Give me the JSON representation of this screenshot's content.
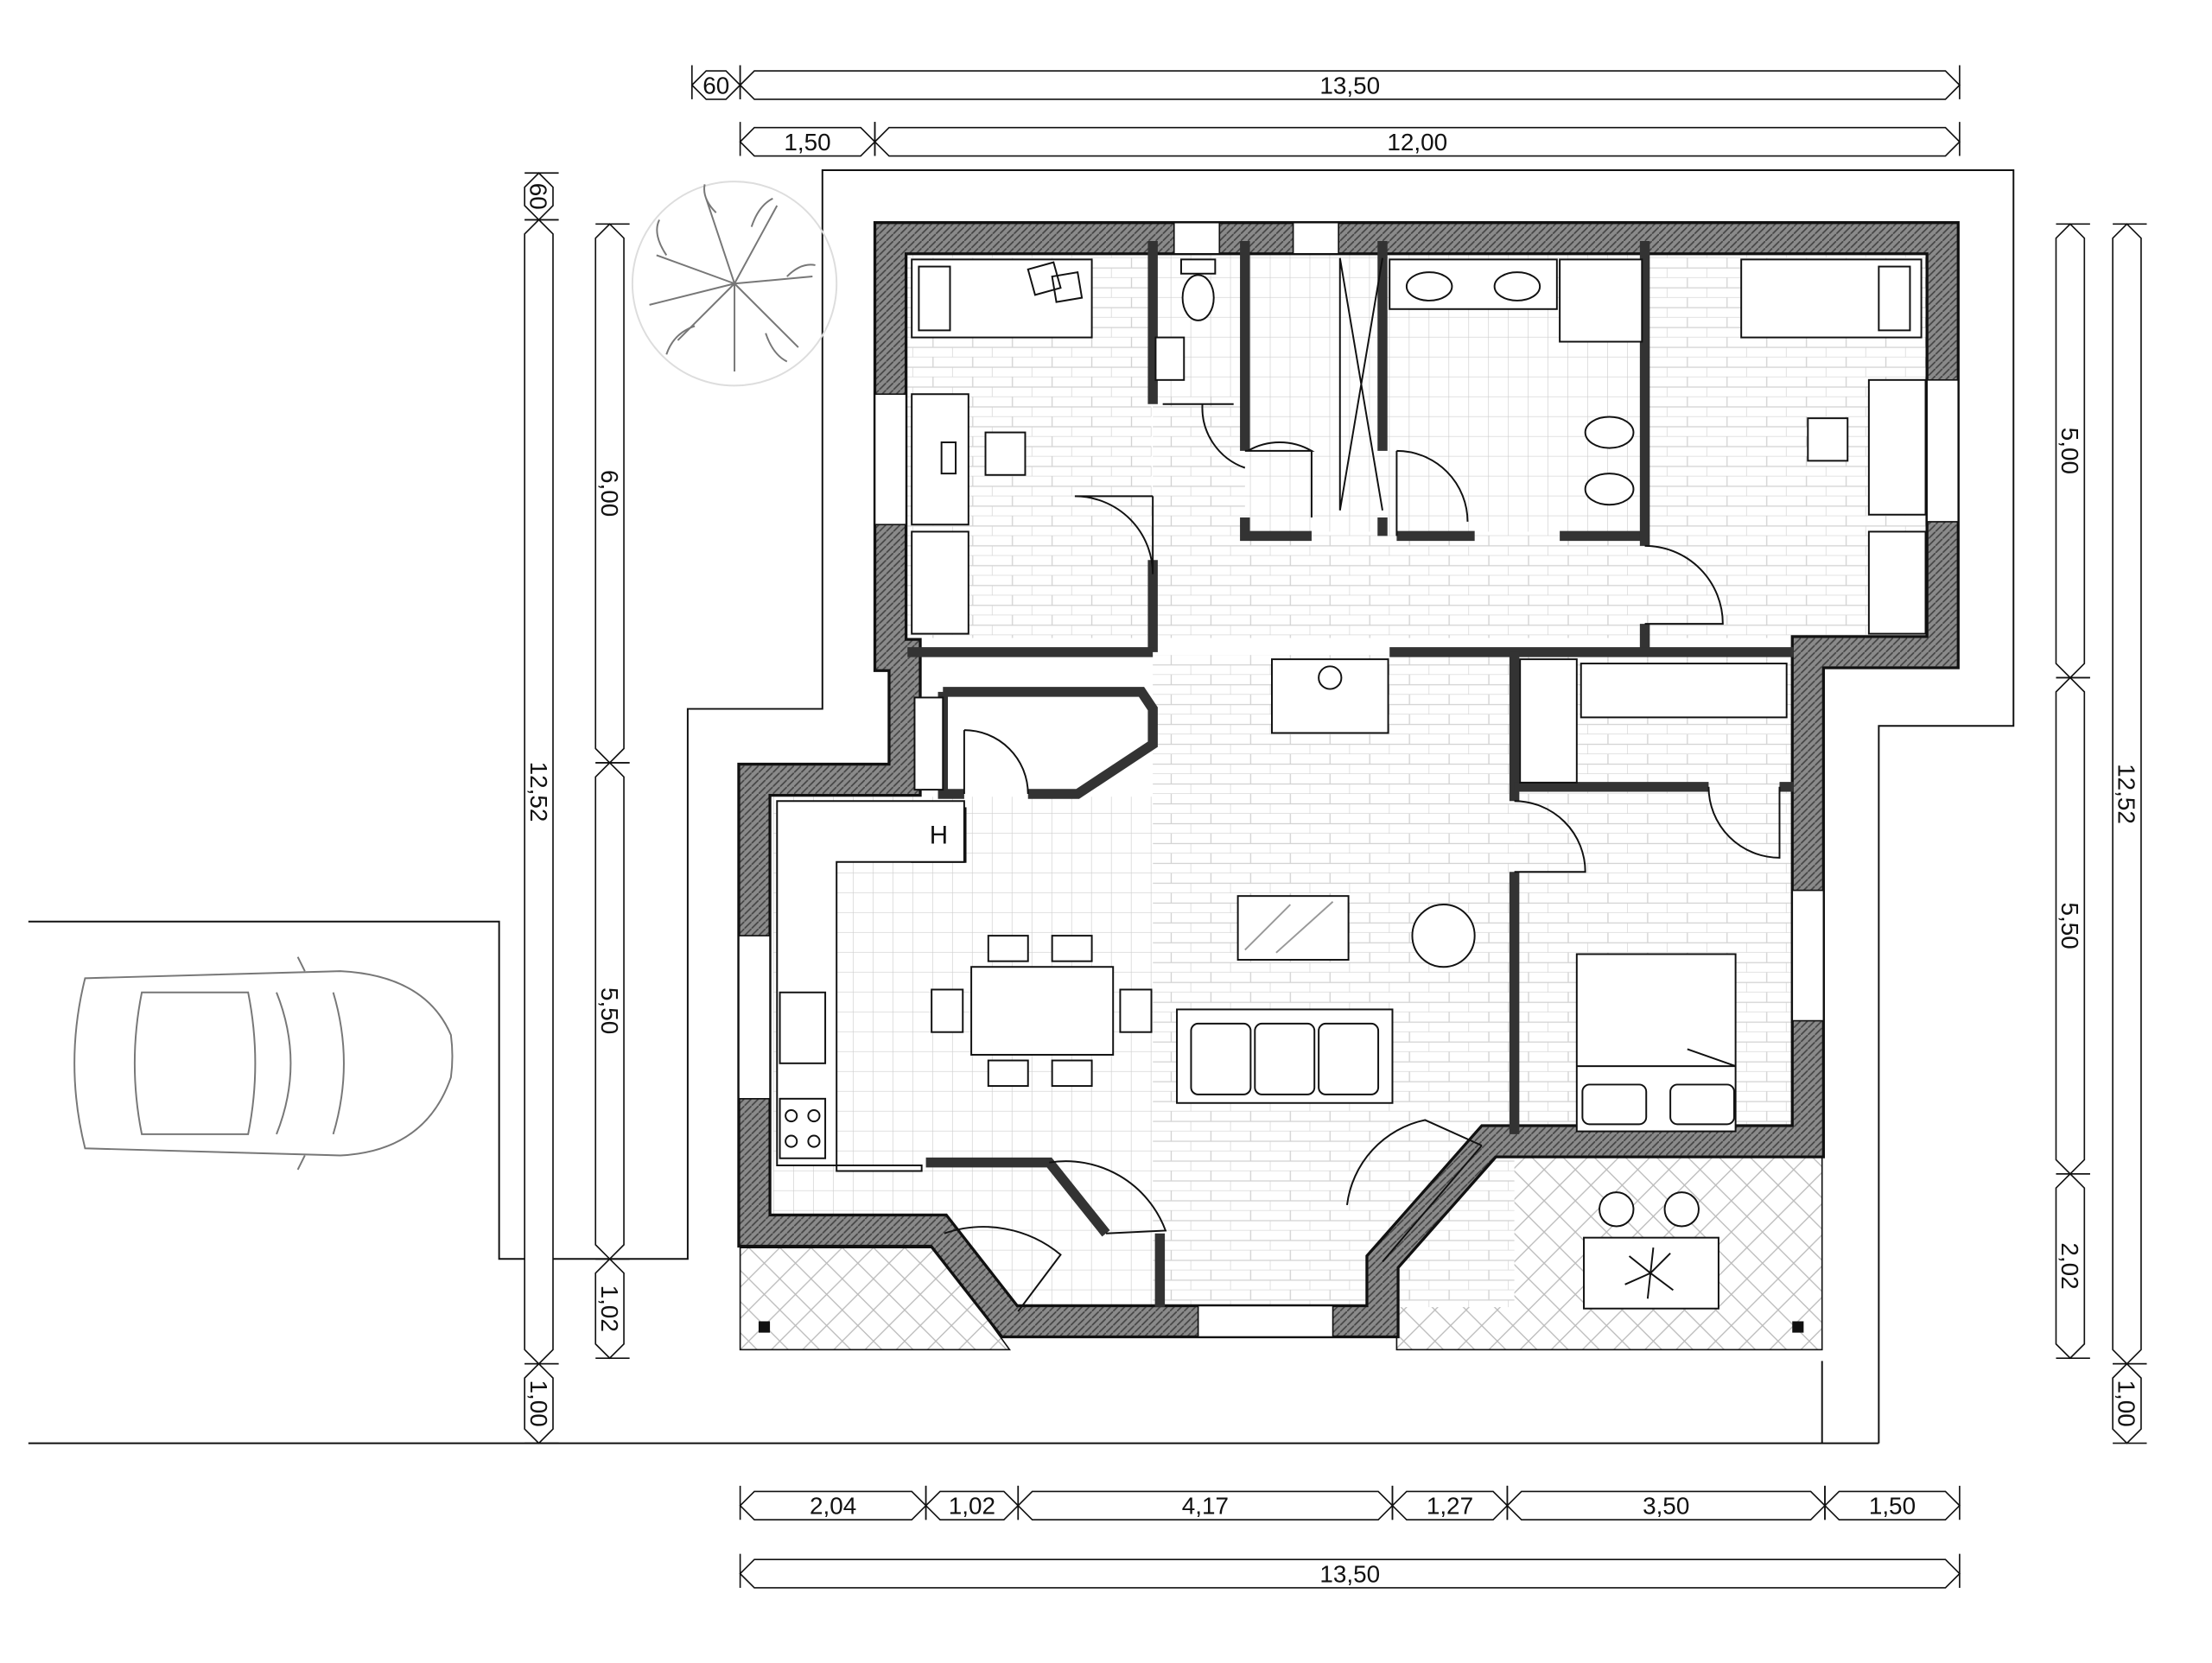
{
  "dimensions": {
    "top": {
      "offset": "60",
      "overall": "13,50",
      "left_setback": "1,50",
      "main": "12,00"
    },
    "left": {
      "offset": "60",
      "overall": "12,52",
      "upper": "6,00",
      "middle": "5,50",
      "lower": "1,02",
      "setback": "1,00"
    },
    "right": {
      "upper": "5,00",
      "middle": "5,50",
      "lower": "2,02",
      "overall": "12,52",
      "setback": "1,00"
    },
    "bottom": {
      "segments": [
        "2,04",
        "1,02",
        "4,17",
        "1,27",
        "3,50",
        "1,50"
      ],
      "overall": "13,50"
    }
  },
  "labels": {
    "heater": "H"
  },
  "colors": {
    "line": "#111111",
    "wall_fill": "#9a9a9a",
    "tile": "#cfcfcf"
  }
}
